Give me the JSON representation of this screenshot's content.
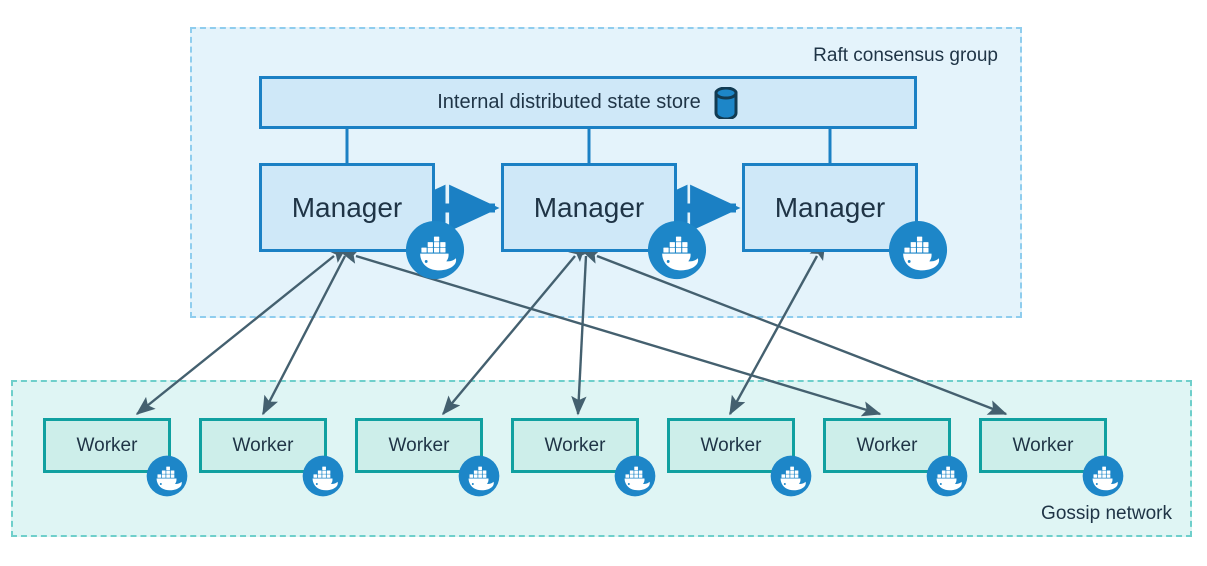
{
  "diagram": {
    "title_regions": {
      "raft": {
        "label": "Raft consensus group"
      },
      "gossip": {
        "label": "Gossip network"
      }
    },
    "state_store": {
      "label": "Internal distributed state store",
      "icon": "database-cylinder-icon"
    },
    "managers": [
      {
        "label": "Manager",
        "icon": "docker-whale-icon"
      },
      {
        "label": "Manager",
        "icon": "docker-whale-icon"
      },
      {
        "label": "Manager",
        "icon": "docker-whale-icon"
      }
    ],
    "workers": [
      {
        "label": "Worker",
        "icon": "docker-whale-icon"
      },
      {
        "label": "Worker",
        "icon": "docker-whale-icon"
      },
      {
        "label": "Worker",
        "icon": "docker-whale-icon"
      },
      {
        "label": "Worker",
        "icon": "docker-whale-icon"
      },
      {
        "label": "Worker",
        "icon": "docker-whale-icon"
      },
      {
        "label": "Worker",
        "icon": "docker-whale-icon"
      },
      {
        "label": "Worker",
        "icon": "docker-whale-icon"
      }
    ],
    "colors": {
      "raft_fill": "#e4f3fb",
      "raft_border": "#8fcdee",
      "gossip_fill": "#dff5f4",
      "gossip_border": "#6fcfcb",
      "manager_fill": "#cfe8f8",
      "manager_border": "#1b80c4",
      "worker_fill": "#cdeeea",
      "worker_border": "#10a0a0",
      "text": "#1f3446",
      "docker_blue": "#1d86c8",
      "connector_arrow": "#44606f",
      "peer_arrow": "#1b80c4"
    },
    "connections": {
      "manager_peer_links": 2,
      "state_store_links": 3,
      "manager_worker_links": 7,
      "arrow_style": "double-headed"
    }
  }
}
